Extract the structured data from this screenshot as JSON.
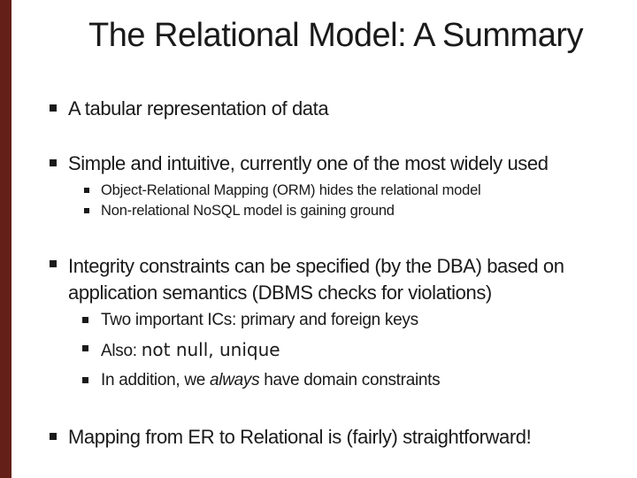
{
  "slide": {
    "title": "The Relational Model: A Summary",
    "colors": {
      "accent_bar": "#642018",
      "text": "#1a1a1a",
      "background": "#ffffff"
    },
    "bullets": {
      "b1": "A tabular representation of data",
      "b2": "Simple and intuitive, currently one of the most widely used",
      "b2_sub1": "Object-Relational Mapping (ORM) hides the relational model",
      "b2_sub2": "Non-relational NoSQL model is gaining ground",
      "b3_line1": "Integrity constraints can be specified (by the DBA) based on",
      "b3_line2": "application semantics (DBMS checks for violations)",
      "b3_sub1": "Two important ICs: primary and foreign keys",
      "b3_sub2_label": "Also: ",
      "b3_sub2_code": "not null, unique",
      "b3_sub3_pre": "In addition, we ",
      "b3_sub3_em": "always",
      "b3_sub3_post": " have domain constraints",
      "b4": "Mapping from ER to Relational is (fairly) straightforward!"
    }
  }
}
